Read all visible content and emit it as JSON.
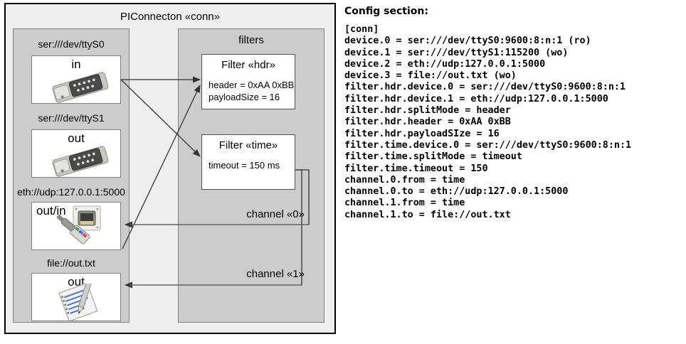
{
  "diagram": {
    "title": "PIConnecton «conn»",
    "devices_panel": {
      "name": "devices",
      "items": [
        {
          "label": "ser:///dev/ttyS0",
          "io": "in",
          "icon": "serial-db9-icon"
        },
        {
          "label": "ser:///dev/ttyS1",
          "io": "out",
          "icon": "serial-db9-icon"
        },
        {
          "label": "eth://udp:127.0.0.1:5000",
          "io": "out/in",
          "icon": "ethernet-jack-icon"
        },
        {
          "label": "file://out.txt",
          "io": "out",
          "icon": "text-file-icon"
        }
      ]
    },
    "filters_panel": {
      "title": "filters",
      "filters": [
        {
          "title": "Filter «hdr»",
          "props": [
            "header = 0xAA 0xBB",
            "payloadSize = 16"
          ]
        },
        {
          "title": "Filter «time»",
          "props": [
            "timeout = 150 ms"
          ]
        }
      ],
      "channels": [
        {
          "label": "channel «0»"
        },
        {
          "label": "channel «1»"
        }
      ]
    }
  },
  "config": {
    "heading": "Config section:",
    "lines": [
      "[conn]",
      "device.0 = ser:///dev/ttyS0:9600:8:n:1 (ro)",
      "device.1 = ser:///dev/ttyS1:115200 (wo)",
      "device.2 = eth://udp:127.0.0.1:5000",
      "device.3 = file://out.txt (wo)",
      "filter.hdr.device.0 = ser:///dev/ttyS0:9600:8:n:1",
      "filter.hdr.device.1 = eth://udp:127.0.0.1:5000",
      "filter.hdr.splitMode = header",
      "filter.hdr.header = 0xAA 0xBB",
      "filter.hdr.payloadSIze = 16",
      "filter.time.device.0 = ser:///dev/ttyS0:9600:8:n:1",
      "filter.time.splitMode = timeout",
      "filter.time.timeout = 150",
      "channel.0.from = time",
      "channel.0.to = eth://udp:127.0.0.1:5000",
      "channel.1.from = time",
      "channel.1.to = file://out.txt"
    ]
  },
  "colors": {
    "panel_fill": "#cccccc",
    "frame_fill": "#eeeeee",
    "card_fill": "#ffffff",
    "line": "#333333",
    "border": "#808080"
  }
}
